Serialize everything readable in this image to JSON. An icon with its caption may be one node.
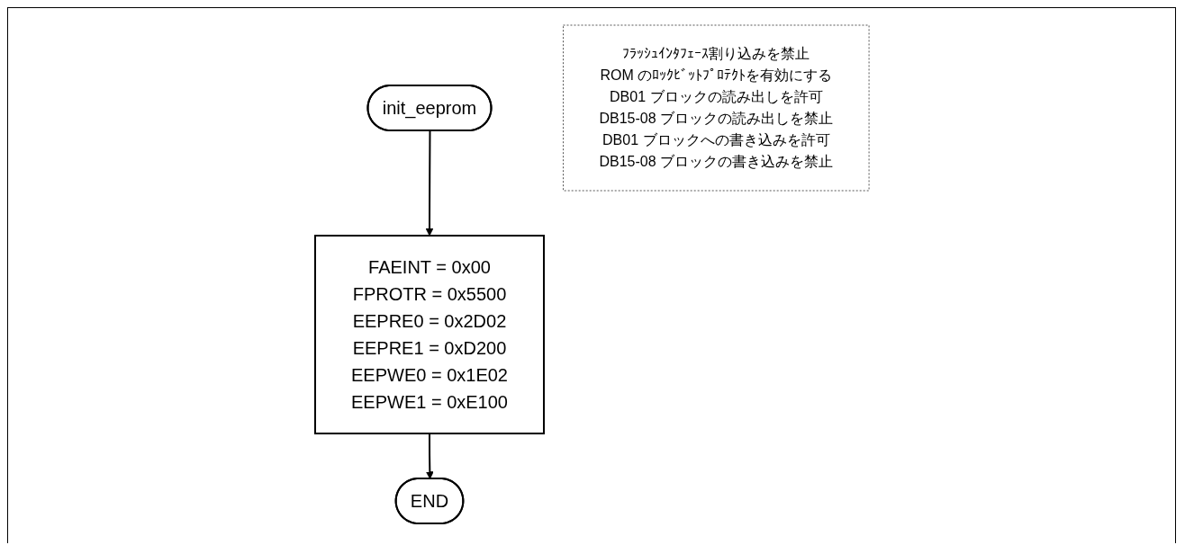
{
  "diagram": {
    "nodes": [
      {
        "text": [
          "init_eeprom"
        ]
      },
      {
        "text": [
          "FAEINT = 0x00",
          "FPROTR = 0x5500",
          "EEPRE0 = 0x2D02",
          "EEPRE1 = 0xD200",
          "EEPWE0 = 0x1E02",
          "EEPWE1 = 0xE100"
        ]
      },
      {
        "text": [
          "END"
        ]
      },
      {
        "text": [
          "ﾌﾗｯｼｭｲﾝﾀﾌｪｰｽ割り込みを禁止",
          "ROM のﾛｯｸﾋﾞｯﾄﾌﾟﾛﾃｸﾄを有効にする",
          "DB01 ブロックの読み出しを許可",
          "DB15-08 ブロックの読み出しを禁止",
          "DB01 ブロックへの書き込みを許可",
          "DB15-08 ブロックの書き込みを禁止"
        ]
      }
    ],
    "edges": [
      {
        "from": 0,
        "to": 1,
        "arrow": "to"
      },
      {
        "from": 1,
        "to": 2,
        "arrow": "to"
      }
    ]
  }
}
